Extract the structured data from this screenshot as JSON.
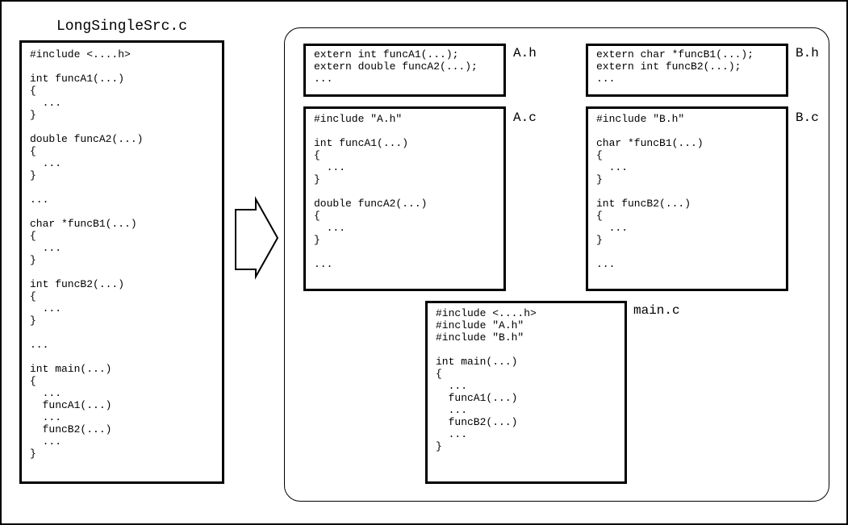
{
  "source_panel": {
    "title": "LongSingleSrc.c",
    "code": "#include <....h>\n\nint funcA1(...)\n{\n  ...\n}\n\ndouble funcA2(...)\n{\n  ...\n}\n\n...\n\nchar *funcB1(...)\n{\n  ...\n}\n\nint funcB2(...)\n{\n  ...\n}\n\n...\n\nint main(...)\n{\n  ...\n  funcA1(...)\n  ...\n  funcB2(...)\n  ...\n}"
  },
  "arrow": {
    "direction": "right",
    "meaning": "split-into-files"
  },
  "result_panel": {
    "files": [
      {
        "label": "A.h",
        "code": "extern int funcA1(...);\nextern double funcA2(...);\n..."
      },
      {
        "label": "B.h",
        "code": "extern char *funcB1(...);\nextern int funcB2(...);\n..."
      },
      {
        "label": "A.c",
        "code": "#include \"A.h\"\n\nint funcA1(...)\n{\n  ...\n}\n\ndouble funcA2(...)\n{\n  ...\n}\n\n..."
      },
      {
        "label": "B.c",
        "code": "#include \"B.h\"\n\nchar *funcB1(...)\n{\n  ...\n}\n\nint funcB2(...)\n{\n  ...\n}\n\n..."
      },
      {
        "label": "main.c",
        "code": "#include <....h>\n#include \"A.h\"\n#include \"B.h\"\n\nint main(...)\n{\n  ...\n  funcA1(...)\n  ...\n  funcB2(...)\n  ...\n}"
      }
    ]
  },
  "colors": {
    "background": "#ffffff",
    "line": "#000000",
    "text": "#000000"
  }
}
